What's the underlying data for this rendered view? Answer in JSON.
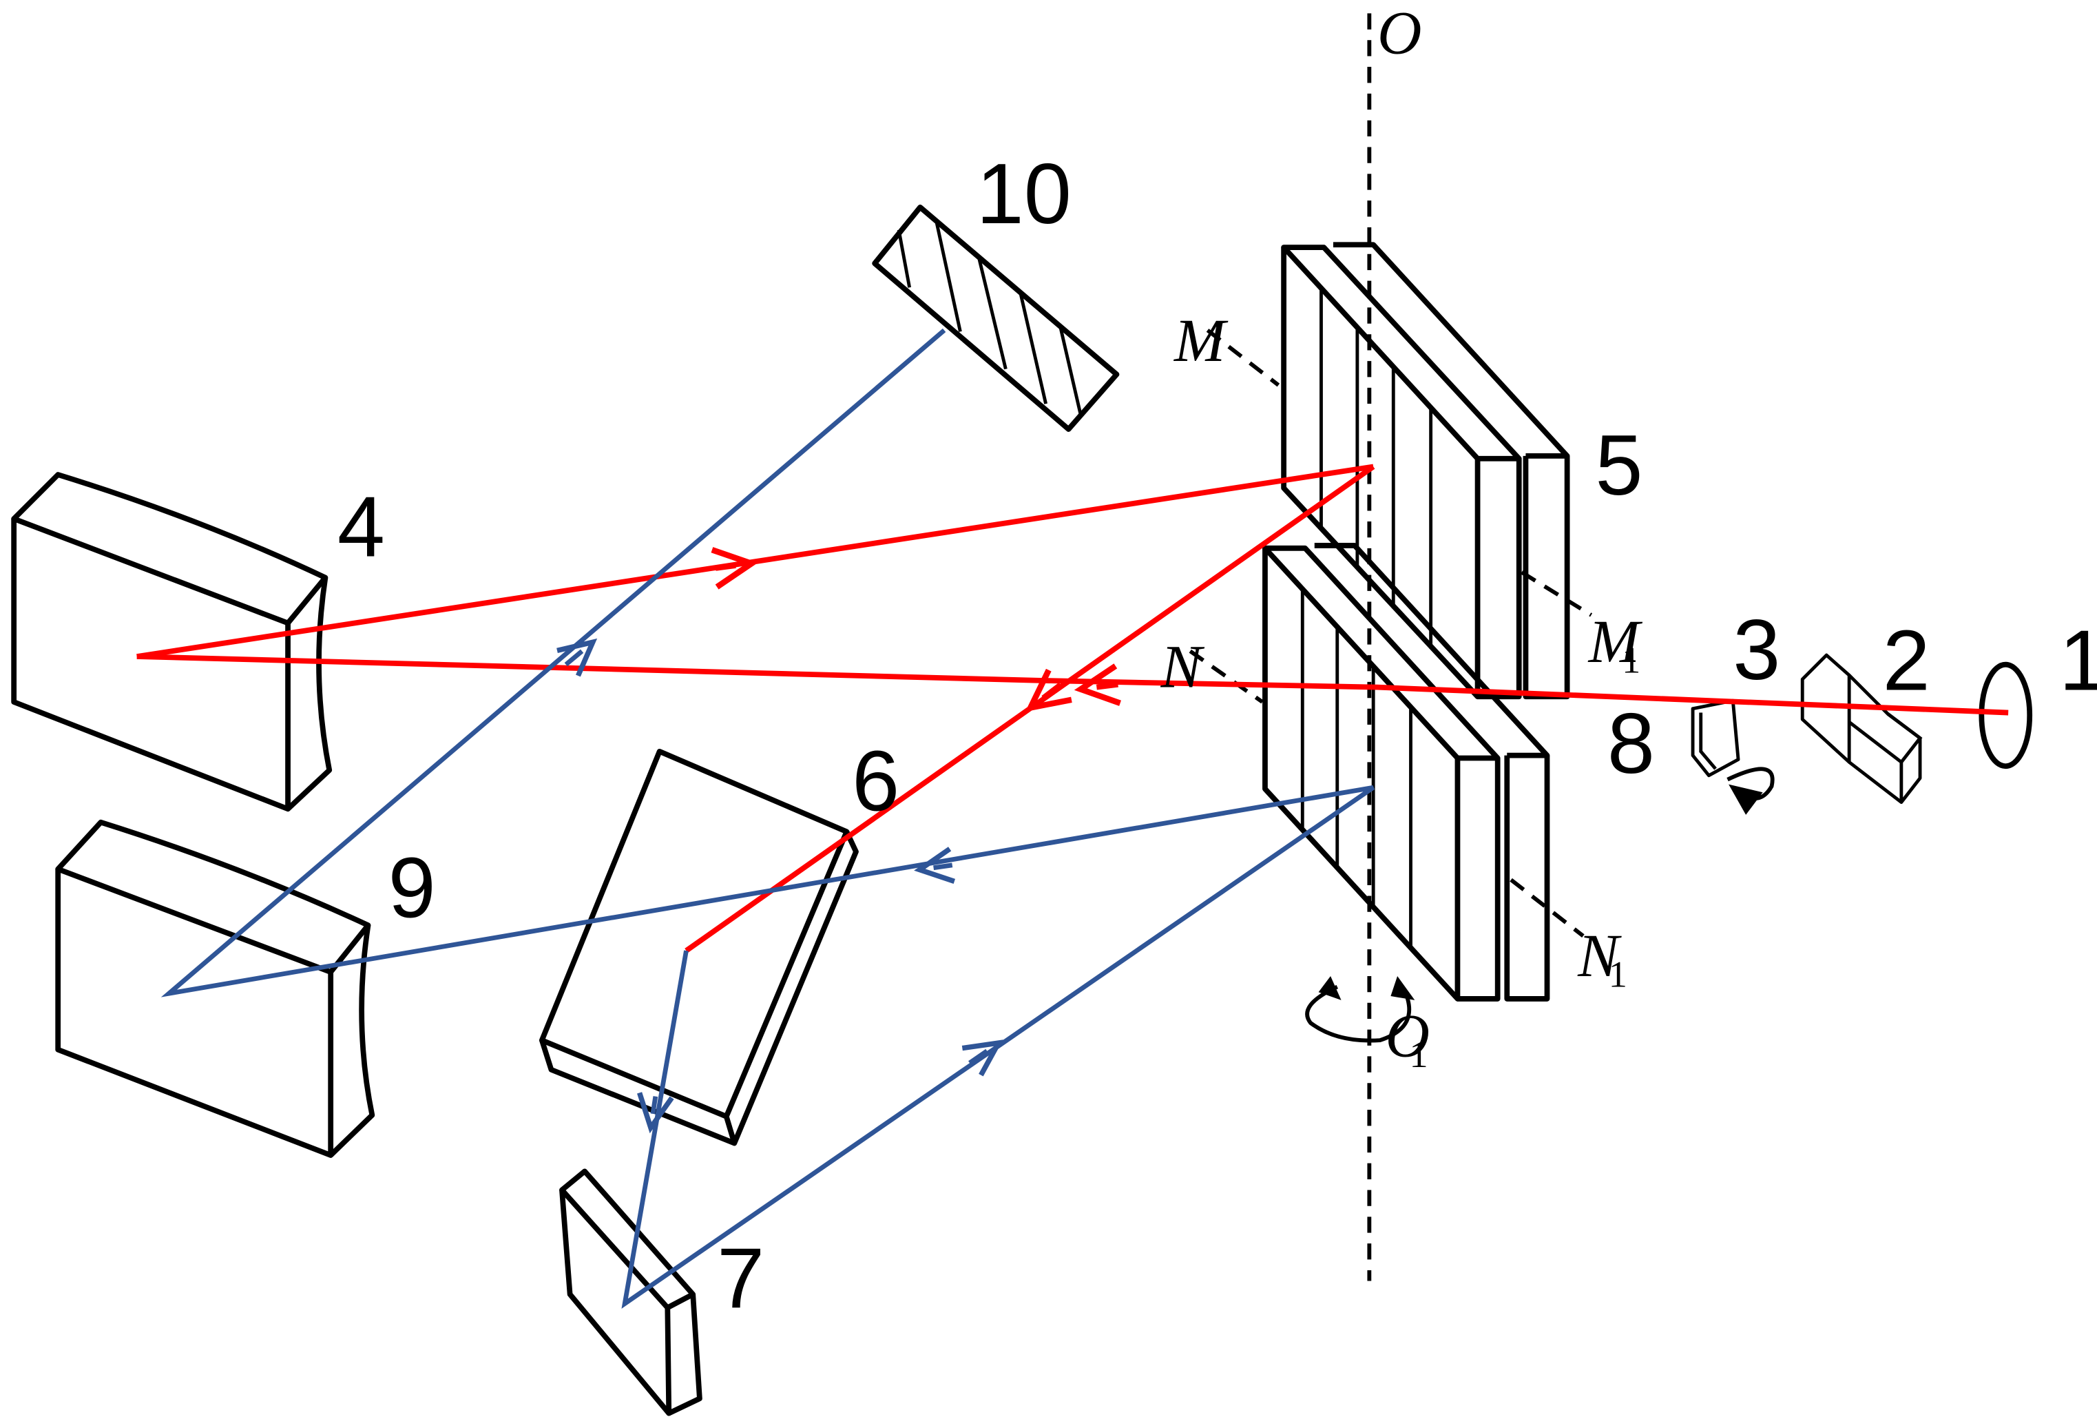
{
  "colors": {
    "red_beam": "#ff0000",
    "blue_beam": "#2f5597",
    "outline": "#000000"
  },
  "labels": {
    "n1": "1",
    "n2": "2",
    "n3": "3",
    "n4": "4",
    "n5": "5",
    "n6": "6",
    "n7": "7",
    "n8": "8",
    "n9": "9",
    "n10": "10",
    "o": "O",
    "o1": "O",
    "o1_sub": "1",
    "m": "M",
    "m1": "M",
    "m1_sub": "1",
    "n": "N",
    "n1_axis": "N",
    "n1_axis_sub": "1"
  }
}
